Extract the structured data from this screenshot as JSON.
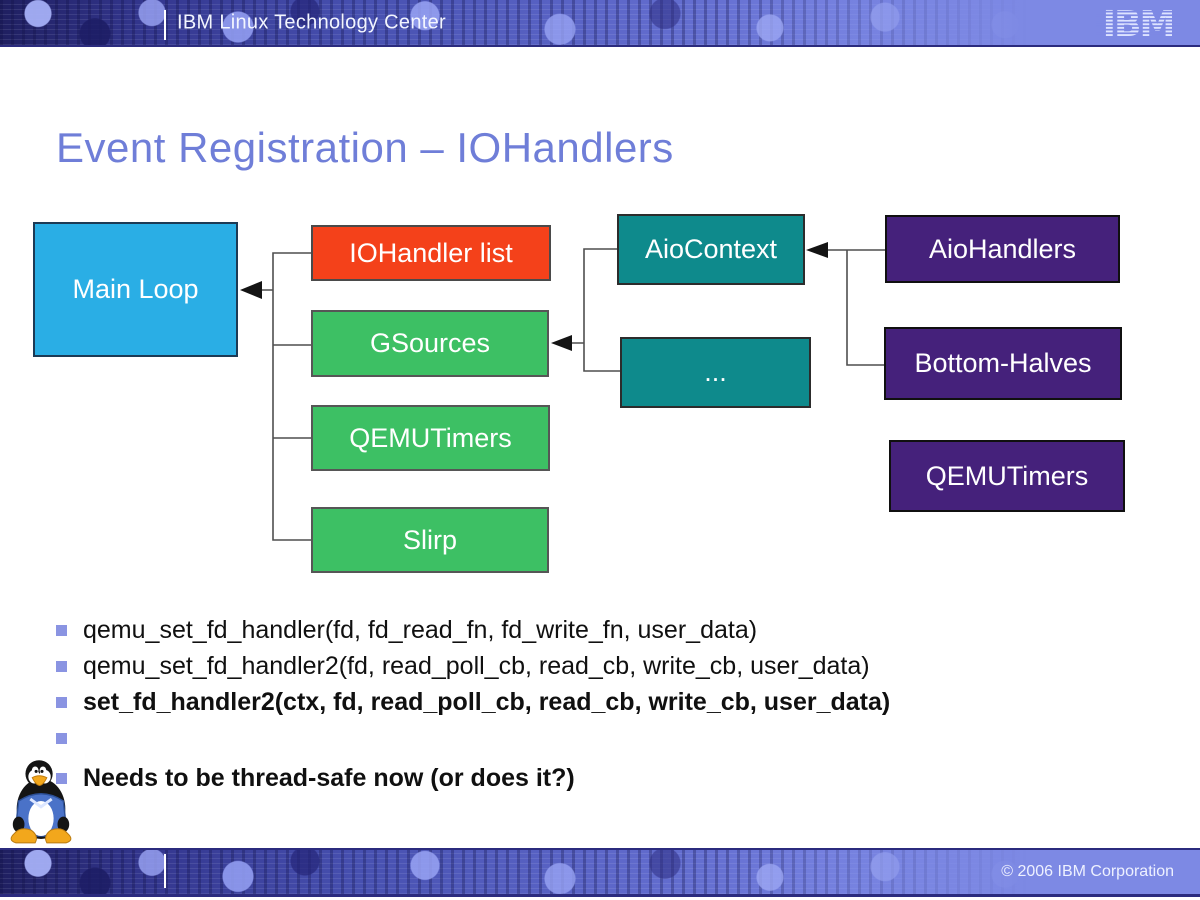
{
  "header": {
    "brand": "IBM Linux Technology Center",
    "logo_text": "IBM"
  },
  "title": "Event Registration – IOHandlers",
  "diagram": {
    "nodes": [
      {
        "id": "main-loop",
        "label": "Main Loop",
        "color": "#2aaee5"
      },
      {
        "id": "iohandler-list",
        "label": "IOHandler list",
        "color": "#f4411a"
      },
      {
        "id": "gsources",
        "label": "GSources",
        "color": "#3dc064"
      },
      {
        "id": "qemu-timers-green",
        "label": "QEMUTimers",
        "color": "#3dc064"
      },
      {
        "id": "slirp",
        "label": "Slirp",
        "color": "#3dc064"
      },
      {
        "id": "aiocontext",
        "label": "AioContext",
        "color": "#0e8a8c"
      },
      {
        "id": "ellipsis",
        "label": "...",
        "color": "#0e8a8c"
      },
      {
        "id": "aiohandlers",
        "label": "AioHandlers",
        "color": "#45217b"
      },
      {
        "id": "bottom-halves",
        "label": "Bottom-Halves",
        "color": "#45217b"
      },
      {
        "id": "qemu-timers-purple",
        "label": "QEMUTimers",
        "color": "#45217b"
      }
    ],
    "edges": [
      {
        "from": "iohandler-list",
        "to": "main-loop"
      },
      {
        "from": "gsources",
        "to": "main-loop"
      },
      {
        "from": "qemu-timers-green",
        "to": "main-loop"
      },
      {
        "from": "slirp",
        "to": "main-loop"
      },
      {
        "from": "aiocontext",
        "to": "gsources"
      },
      {
        "from": "ellipsis",
        "to": "gsources"
      },
      {
        "from": "aiohandlers",
        "to": "aiocontext"
      },
      {
        "from": "bottom-halves",
        "to": "aiocontext"
      }
    ]
  },
  "bullets": [
    {
      "text": "qemu_set_fd_handler(fd, fd_read_fn, fd_write_fn, user_data)",
      "bold": false
    },
    {
      "text": "qemu_set_fd_handler2(fd, read_poll_cb, read_cb, write_cb, user_data)",
      "bold": false
    },
    {
      "text": "set_fd_handler2(ctx, fd, read_poll_cb, read_cb, write_cb, user_data)",
      "bold": true
    },
    {
      "text": "",
      "bold": false
    },
    {
      "text": "Needs to be thread-safe now (or does it?)",
      "bold": true
    }
  ],
  "footer": {
    "copyright": "© 2006 IBM Corporation"
  },
  "icons": {
    "tux": "tux-penguin-mascot",
    "logo": "ibm-8-bar-logo"
  },
  "palette": {
    "title_blue": "#6f7ed8",
    "bar_periwinkle": "#7d89e4",
    "bar_navy": "#1f1f60",
    "bullet_square": "#8a94e2"
  }
}
